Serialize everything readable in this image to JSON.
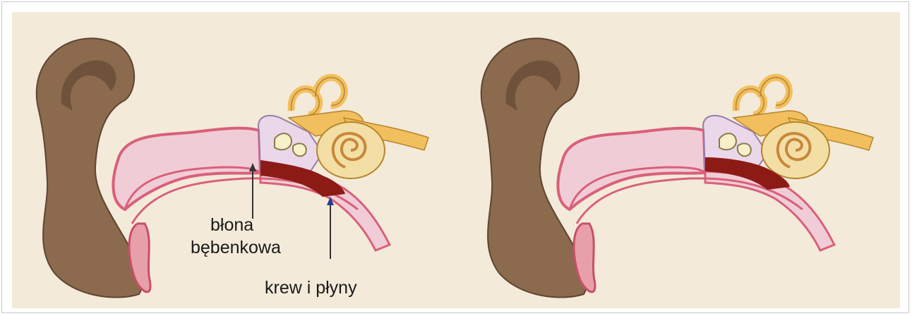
{
  "diagram": {
    "left_panel": {
      "labels": {
        "eardrum": [
          "błona",
          "bębenkowa"
        ],
        "blood_fluid": "krew i płyny"
      }
    }
  },
  "colors": {
    "background": "#f3ead9",
    "auricle": "#8b6a4e",
    "canal_pink": "#f0cdd6",
    "canal_outline": "#d9607a",
    "cochlea": "#f3dfa5",
    "canals": "#f2bf5e",
    "blood": "#8c1b16"
  }
}
